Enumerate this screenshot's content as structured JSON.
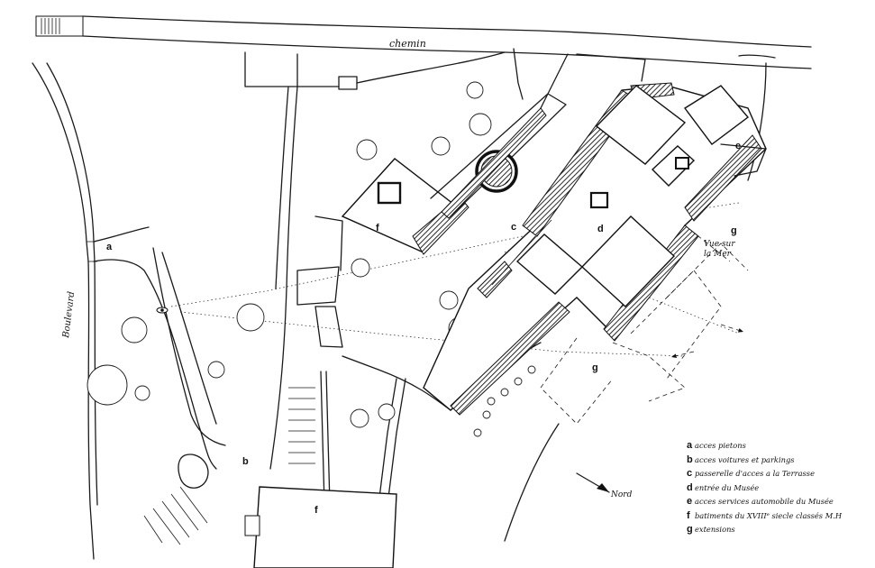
{
  "labels": {
    "road_top": "chemin",
    "road_left": "Boulevard",
    "view_note": "Vue sur la Mer",
    "north": "Nord"
  },
  "markers": {
    "a": "a",
    "b": "b",
    "c": "c",
    "d": "d",
    "e": "e",
    "f": "f",
    "g": "g"
  },
  "legend": [
    {
      "key": "a",
      "text": "acces pietons"
    },
    {
      "key": "b",
      "text": "acces voitures et parkings"
    },
    {
      "key": "c",
      "text": "passerelle d'acces a la Terrasse"
    },
    {
      "key": "d",
      "text": "entrée du Musée"
    },
    {
      "key": "e",
      "text": "acces services automobile du Musée"
    },
    {
      "key": "f",
      "text": "batiments du XVIIIᵉ siecle classés M.H"
    },
    {
      "key": "g",
      "text": "extensions"
    }
  ]
}
